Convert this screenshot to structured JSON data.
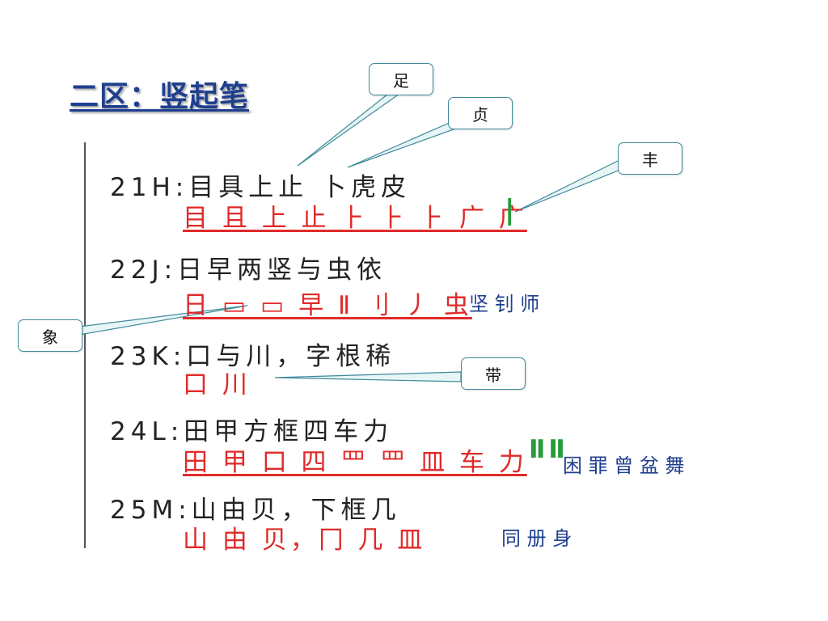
{
  "title": "二区：竖起笔",
  "rows": [
    {
      "code": "21H:目具上止 卜虎皮",
      "sub": "目 且 上 止 ⺊ ⺊ ⺊ 广 广",
      "extra": "|"
    },
    {
      "code": "22J:日早两竖与虫依",
      "sub": "日 ▭ ▭ 早 Ⅱ 刂 丿 虫",
      "extra": "坚  钊   师"
    },
    {
      "code": "23K:口与川，字根稀",
      "sub": "口   川",
      "extra": ""
    },
    {
      "code": "24L:田甲方框四车力",
      "sub": "田 甲 口 四 罒 罒 皿 车 力",
      "extra": "困  罪  曾  盆  舞",
      "green": "ⅡⅡ"
    },
    {
      "code": "25M:山由贝，下框几",
      "sub": "山 由 贝，冂  几  皿",
      "extra": "同  册  身"
    }
  ],
  "callouts": {
    "zu": "足",
    "zhen": "贞",
    "feng": "丰",
    "xiang": "象",
    "dai": "带"
  }
}
